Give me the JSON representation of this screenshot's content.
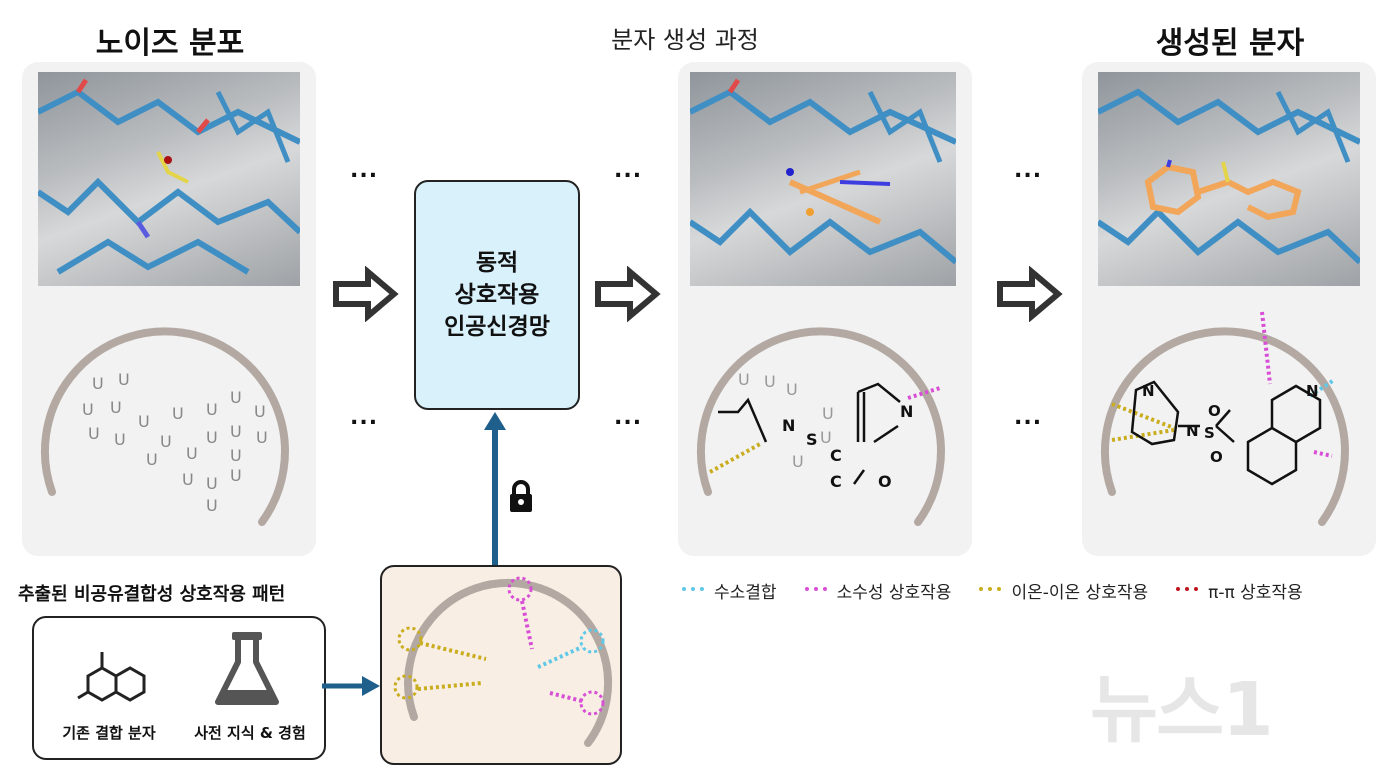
{
  "titles": {
    "left": "노이즈 분포",
    "middle": "분자 생성 과정",
    "right": "생성된 분자"
  },
  "network": {
    "label": "동적\n상호작용\n인공신경망"
  },
  "ellipsis": "...",
  "pattern": {
    "title": "추출된 비공유결합성 상호작용 패턴",
    "item1": "기존 결합 분자",
    "item2": "사전 지식 & 경험"
  },
  "legend": [
    {
      "label": "수소결합",
      "color": "#5fc8e6"
    },
    {
      "label": "소수성 상호작용",
      "color": "#d84fd6"
    },
    {
      "label": "이온-이온 상호작용",
      "color": "#c9ad1e"
    },
    {
      "label": "π-π 상호작용",
      "color": "#c0151e"
    }
  ],
  "noise_letter": "U",
  "atoms": {
    "n": "N",
    "s": "S",
    "c": "C",
    "o": "O"
  },
  "watermark": "뉴스1",
  "colors": {
    "arc": "#b3a9a2",
    "network_fill": "#d8f1fb",
    "arrow_blue": "#1f5f8b",
    "info_fill": "#f8eee4"
  }
}
